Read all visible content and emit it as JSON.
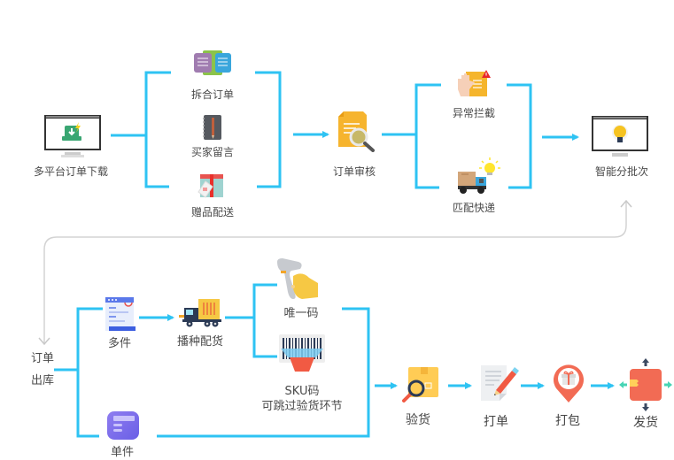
{
  "diagram": {
    "title": "",
    "accent_color": "#2ec3f3",
    "return_line_color": "#d3d3d3",
    "top_flow": {
      "download": {
        "label": "多平台订单下载",
        "icon": "monitor-download-icon"
      },
      "processing": [
        {
          "label": "拆合订单",
          "icon": "merge-split-notes-icon"
        },
        {
          "label": "买家留言",
          "icon": "notebook-pencil-icon"
        },
        {
          "label": "赠品配送",
          "icon": "gift-tag-box-icon"
        }
      ],
      "review": {
        "label": "订单审核",
        "icon": "document-magnifier-icon"
      },
      "checks": [
        {
          "label": "异常拦截",
          "icon": "hand-stop-alert-icon"
        },
        {
          "label": "匹配快递",
          "icon": "delivery-truck-bulb-icon"
        }
      ],
      "batch": {
        "label": "智能分批次",
        "icon": "monitor-lightbulb-icon"
      }
    },
    "bottom_flow": {
      "outbound": {
        "label_line1": "订单",
        "label_line2": "出库"
      },
      "multi": {
        "label": "多件",
        "icon": "multi-item-list-icon"
      },
      "sorting": {
        "label": "播种配货",
        "icon": "cargo-truck-icon"
      },
      "unique_code": {
        "label": "唯一码",
        "icon": "barcode-scanner-hand-icon"
      },
      "sku_code": {
        "label_line1": "SKU码",
        "label_line2": "可跳过验货环节",
        "icon": "barcode-scan-icon"
      },
      "single": {
        "label": "单件",
        "icon": "single-item-card-icon"
      },
      "steps": [
        {
          "label": "验货",
          "icon": "package-inspect-icon"
        },
        {
          "label": "打单",
          "icon": "print-doc-pencil-icon"
        },
        {
          "label": "打包",
          "icon": "gift-pin-icon"
        },
        {
          "label": "发货",
          "icon": "ship-box-arrows-icon"
        }
      ]
    }
  }
}
